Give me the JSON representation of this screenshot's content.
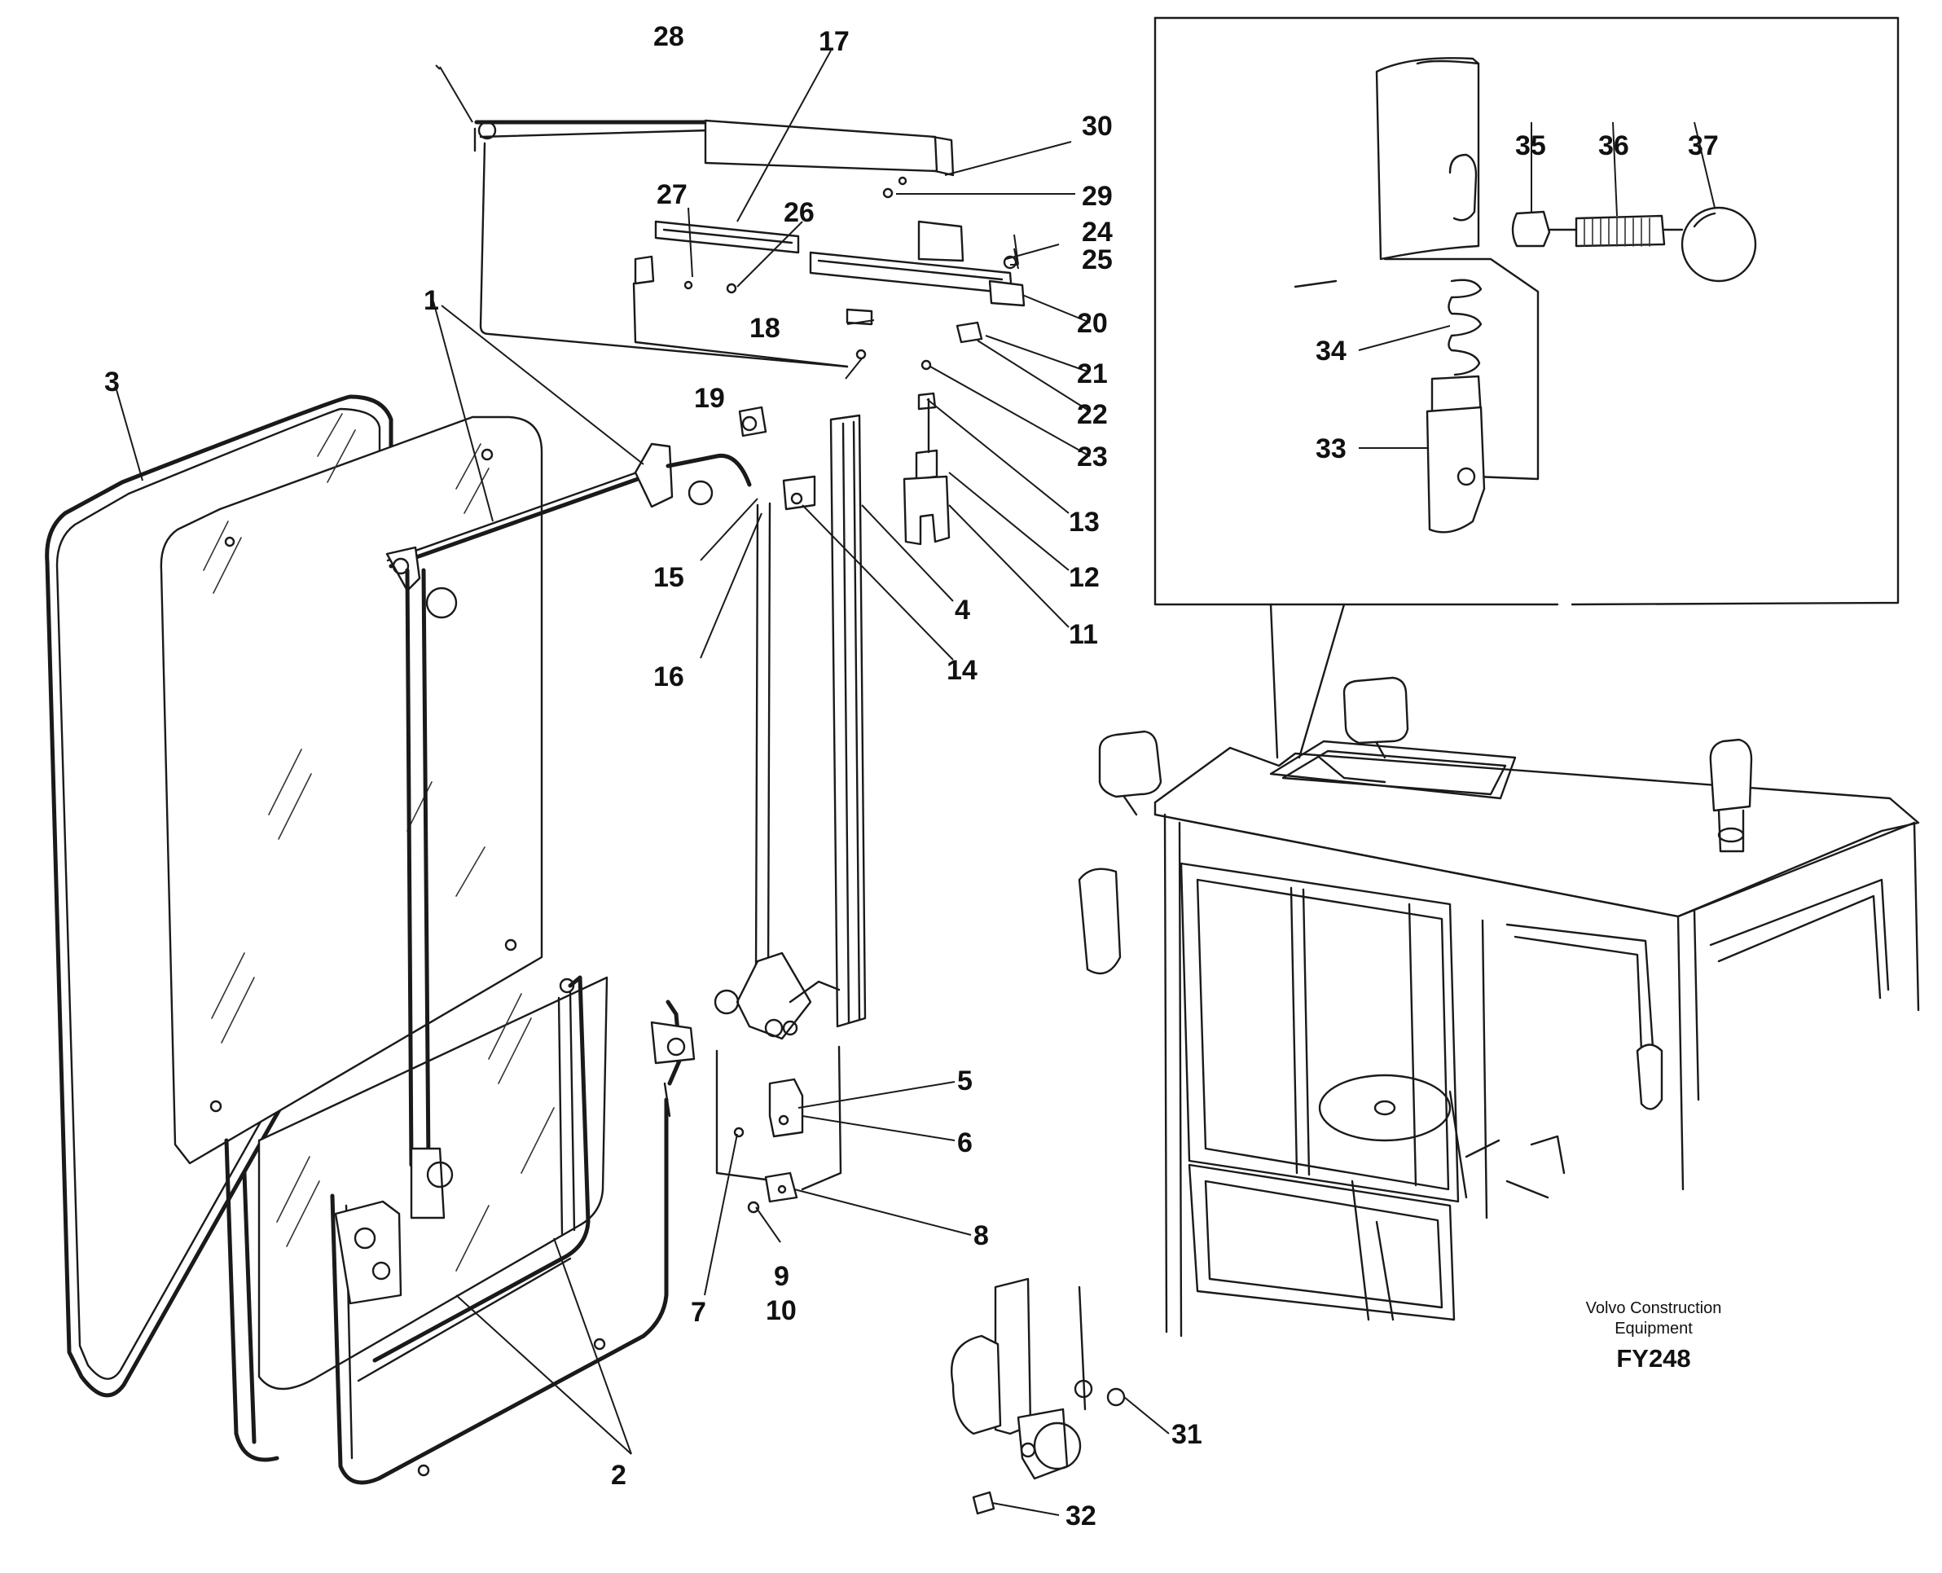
{
  "callouts": [
    {
      "id": "1",
      "text": "1"
    },
    {
      "id": "2",
      "text": "2"
    },
    {
      "id": "3",
      "text": "3"
    },
    {
      "id": "4",
      "text": "4"
    },
    {
      "id": "5",
      "text": "5"
    },
    {
      "id": "6",
      "text": "6"
    },
    {
      "id": "7",
      "text": "7"
    },
    {
      "id": "8",
      "text": "8"
    },
    {
      "id": "9",
      "text": "9"
    },
    {
      "id": "10",
      "text": "10"
    },
    {
      "id": "11",
      "text": "11"
    },
    {
      "id": "12",
      "text": "12"
    },
    {
      "id": "13",
      "text": "13"
    },
    {
      "id": "14",
      "text": "14"
    },
    {
      "id": "15",
      "text": "15"
    },
    {
      "id": "16",
      "text": "16"
    },
    {
      "id": "17",
      "text": "17"
    },
    {
      "id": "18",
      "text": "18"
    },
    {
      "id": "19",
      "text": "19"
    },
    {
      "id": "20",
      "text": "20"
    },
    {
      "id": "21",
      "text": "21"
    },
    {
      "id": "22",
      "text": "22"
    },
    {
      "id": "23",
      "text": "23"
    },
    {
      "id": "24",
      "text": "24"
    },
    {
      "id": "25",
      "text": "25"
    },
    {
      "id": "26",
      "text": "26"
    },
    {
      "id": "27",
      "text": "27"
    },
    {
      "id": "28",
      "text": "28"
    },
    {
      "id": "29",
      "text": "29"
    },
    {
      "id": "30",
      "text": "30"
    },
    {
      "id": "31",
      "text": "31"
    },
    {
      "id": "32",
      "text": "32"
    },
    {
      "id": "33",
      "text": "33"
    },
    {
      "id": "34",
      "text": "34"
    },
    {
      "id": "35",
      "text": "35"
    },
    {
      "id": "36",
      "text": "36"
    },
    {
      "id": "37",
      "text": "37"
    }
  ],
  "credit": {
    "line1": "Volvo Construction",
    "line2": "Equipment",
    "code": "FY248"
  },
  "colors": {
    "ink": "#1a1a1a",
    "paper": "#ffffff"
  }
}
